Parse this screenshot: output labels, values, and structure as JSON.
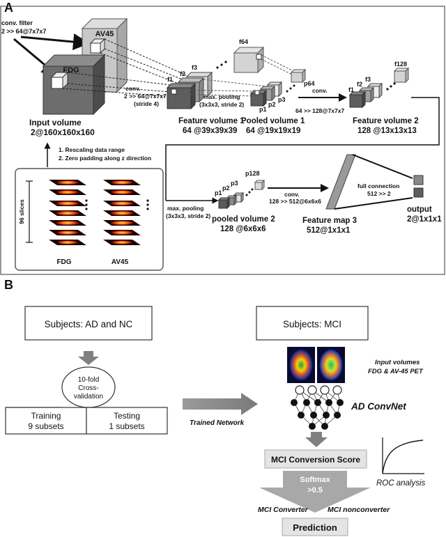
{
  "panel_a": {
    "letter": "A",
    "conv_filter": [
      "conv. filter",
      "2 >> 64@7x7x7"
    ],
    "av45_label": "AV45",
    "fdg_label": "FDG",
    "conv1": [
      "conv.",
      "2 >> 64@7x7x7",
      "(stride 4)"
    ],
    "input_volume": [
      "Input volume",
      "2@160x160x160"
    ],
    "f1": "f1",
    "f2": "f2",
    "f3": "f3",
    "f64": "f64",
    "p1": "p1",
    "p2": "p2",
    "p3": "p3",
    "p64": "p64",
    "maxpool1": [
      "max. pooling",
      "(3x3x3, stride 2)"
    ],
    "feature_volume_1": [
      "Feature volume 1",
      "64 @39x39x39"
    ],
    "pooled_volume_1": [
      "Pooled volume 1",
      "64 @19x19x19"
    ],
    "conv2": [
      "conv.",
      "64 >> 128@7x7x7"
    ],
    "f128": "f128",
    "feature_volume_2": [
      "Feature volume 2",
      "128 @13x13x13"
    ],
    "preprocess": [
      "1. Rescaling data range",
      "2. Zero padding along z direction"
    ],
    "slices_label": "96 slices",
    "fdg_bottom": "FDG",
    "av45_bottom": "AV45",
    "maxpool2": [
      "max. pooling",
      "(3x3x3, stride 2)"
    ],
    "p128": "p128",
    "pooled_volume_2": [
      "pooled volume 2",
      "128 @6x6x6"
    ],
    "conv3": [
      "conv.",
      "128 >> 512@6x6x6"
    ],
    "feature_map_3": [
      "Feature map 3",
      "512@1x1x1"
    ],
    "full_connection": [
      "full connection",
      "512 >> 2"
    ],
    "output": [
      "output",
      "2@1x1x1"
    ]
  },
  "panel_b": {
    "letter": "B",
    "subjects_ad_nc": "Subjects: AD and NC",
    "subjects_mci": "Subjects: MCI",
    "cv": [
      "10-fold",
      "Cross-",
      "validation"
    ],
    "training": [
      "Training",
      "9 subsets"
    ],
    "testing": [
      "Testing",
      "1 subsets"
    ],
    "trained_network": "Trained Network",
    "input_volumes": [
      "Input volumes",
      "FDG & AV-45 PET"
    ],
    "ad_convnet": "AD ConvNet",
    "mci_conversion_score": "MCI Conversion Score",
    "softmax": [
      "Softmax",
      ">0.5"
    ],
    "roc": "ROC analysis",
    "mci_converter": "MCI Converter",
    "mci_nonconverter": "MCI nonconverter",
    "prediction": "Prediction"
  }
}
